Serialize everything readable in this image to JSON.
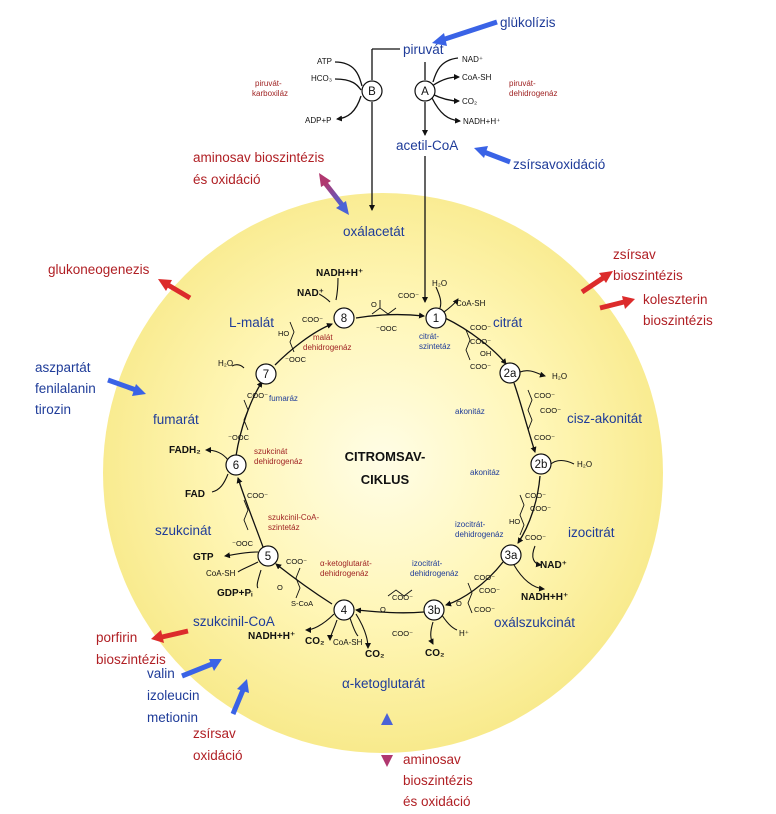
{
  "title": [
    "CITROMSAV-",
    "CIKLUS"
  ],
  "metabolites": {
    "piruvat": "piruvát",
    "acetil_coa": "acetil-CoA",
    "oxalacetat": "oxálacetát",
    "citrat": "citrát",
    "cisz_akonitat": "cisz-akonitát",
    "izocitrat": "izocitrát",
    "oxalszukcinat": "oxálszukcinát",
    "a_ketoglutarat": "α-ketoglutarát",
    "szukcinil_coa": "szukcinil-CoA",
    "szukcinat": "szukcinát",
    "fumarat": "fumarát",
    "l_malat": "L-malát"
  },
  "steps": [
    "1",
    "2a",
    "2b",
    "3a",
    "3b",
    "4",
    "5",
    "6",
    "7",
    "8",
    "A",
    "B"
  ],
  "enzymes": {
    "piruvat_karboxilaz": [
      "piruvát-",
      "karboxiláz"
    ],
    "piruvat_dehidrogenaz": [
      "piruvát-",
      "dehidrogenáz"
    ],
    "citrat_szintetaz": [
      "citrát-",
      "szintetáz"
    ],
    "akonitaz_1": "akonitáz",
    "akonitaz_2": "akonitáz",
    "izocitrat_dh_1": [
      "izocitrát-",
      "dehidrogenáz"
    ],
    "izocitrat_dh_2": [
      "izocitrát-",
      "dehidrogenáz"
    ],
    "a_ketoglutarat_dh": [
      "α-ketoglutarát-",
      "dehidrogenáz"
    ],
    "szukcinil_coa_szintetaz": [
      "szukcinil-CoA-",
      "szintetáz"
    ],
    "szukcinat_dh": [
      "szukcinát",
      "dehidrogenáz"
    ],
    "fumaraz": "fumaráz",
    "malat_dh": [
      "malát",
      "dehidrogenáz"
    ]
  },
  "cofactors": {
    "atp": "ATP",
    "hco3": "HCO₃",
    "adp_p": "ADP+P",
    "nad_a": "NAD⁺",
    "coash_a": "CoA-SH",
    "co2_a": "CO₂",
    "nadh_a": "NADH+H⁺",
    "h2o_1": "H₂O",
    "coash_1": "CoA-SH",
    "h2o_2a": "H₂O",
    "h2o_2b": "H₂O",
    "nad_3a": "NAD⁺",
    "nadh_3a": "NADH+H⁺",
    "h_3b": "H⁺",
    "co2_3b": "CO₂",
    "nadh_4": "NADH+H⁺",
    "co2_4a": "CO₂",
    "coash_4": "CoA-SH",
    "co2_4b": "CO₂",
    "gtp": "GTP",
    "coash_5": "CoA-SH",
    "gdp": "GDP+Pᵢ",
    "fadh2": "FADH₂",
    "fad": "FAD",
    "h2o_7": "H₂O",
    "nadh_8": "NADH+H⁺",
    "nad_8": "NAD⁺"
  },
  "external": {
    "glukolizis": "glükolízis",
    "zsirsavoxidacio": "zsírsavoxidáció",
    "aminosav_top": [
      "aminosav bioszintézis",
      "és oxidáció"
    ],
    "glukoneogenezis": "glukoneogenezis",
    "zsirsav_bio": [
      "zsírsav",
      "bioszintézis"
    ],
    "koleszterin_bio": [
      "koleszterin",
      "bioszintézis"
    ],
    "aspartat": [
      "aszpartát",
      "fenilalanin",
      "tirozin"
    ],
    "porfirin": [
      "porfirin",
      "bioszintézis"
    ],
    "valin": [
      "valin",
      "izoleucin",
      "metionin"
    ],
    "zsirsav_oxidacio": [
      "zsírsav",
      "oxidáció"
    ],
    "aminosav_bottom": [
      "aminosav",
      "bioszintézis",
      "és oxidáció"
    ]
  },
  "chem_labels": {
    "coo": "COO⁻",
    "ooc": "⁻OOC",
    "oh": "OH",
    "ho": "HO",
    "o": "O",
    "scoa": "S-CoA"
  },
  "colors": {
    "product_blue": "#1f3c99",
    "pathway_red": "#b01f24",
    "sphere_center": "#fffbd6",
    "sphere_edge": "#f7e98a",
    "arrow_blue": "#3a63e6",
    "arrow_red": "#dc2b2b",
    "arrow_purple_top": "#4b63d6",
    "arrow_purple_bottom": "#b0376f"
  }
}
